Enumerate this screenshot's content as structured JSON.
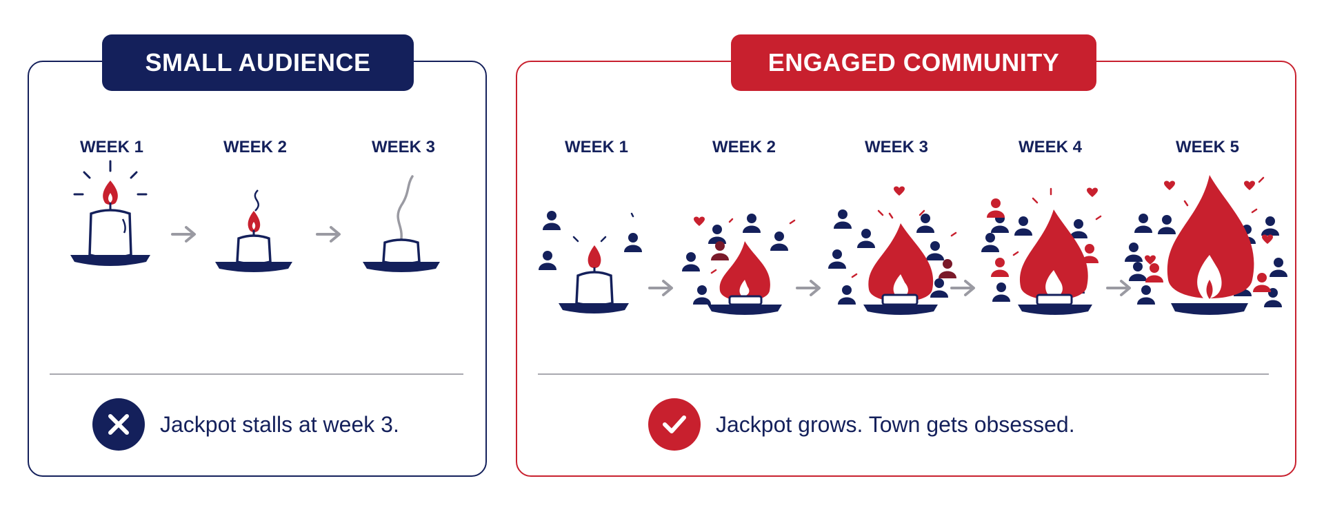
{
  "colors": {
    "navy": "#14205b",
    "red": "#c8202e",
    "gray": "#9a9aa2"
  },
  "left_panel": {
    "title": "SMALL AUDIENCE",
    "weeks": [
      "WEEK 1",
      "WEEK 2",
      "WEEK 3"
    ],
    "result_icon": "x-circle-icon",
    "result_text": "Jackpot stalls at week 3."
  },
  "right_panel": {
    "title": "ENGAGED COMMUNITY",
    "weeks": [
      "WEEK 1",
      "WEEK 2",
      "WEEK 3",
      "WEEK 4",
      "WEEK 5"
    ],
    "result_icon": "check-circle-icon",
    "result_text": "Jackpot grows. Town gets obsessed."
  }
}
